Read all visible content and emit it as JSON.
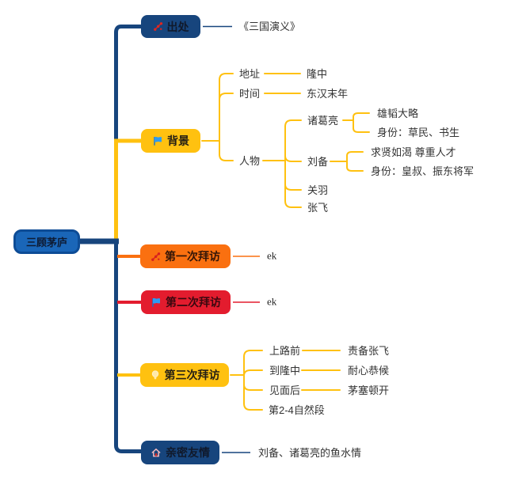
{
  "title": "三顾茅庐思维导图",
  "colors": {
    "navy": "#17457D",
    "root_fill": "#1A66B8",
    "root_border": "#0D4C96",
    "gold": "#FFC110",
    "orange": "#FA7010",
    "red": "#E31C2E",
    "leaf_text": "#333333",
    "icon_red": "#E0261F",
    "icon_blue": "#2E9BF2",
    "icon_pale": "#FFEFC0"
  },
  "root": {
    "label": "三顾茅庐"
  },
  "branches": [
    {
      "label": "出处",
      "icon": "scatter-icon",
      "children": [
        {
          "label": "《三国演义》"
        }
      ]
    },
    {
      "label": "背景",
      "icon": "flag-icon",
      "children": [
        {
          "label": "地址",
          "children": [
            {
              "label": "隆中"
            }
          ]
        },
        {
          "label": "时间",
          "children": [
            {
              "label": "东汉末年"
            }
          ]
        },
        {
          "label": "人物",
          "children": [
            {
              "label": "诸葛亮",
              "children": [
                {
                  "label": "雄韬大略"
                },
                {
                  "label": "身份：草民、书生"
                }
              ]
            },
            {
              "label": "刘备",
              "children": [
                {
                  "label": "求贤如渴 尊重人才"
                },
                {
                  "label": "身份：皇叔、振东将军"
                }
              ]
            },
            {
              "label": "关羽"
            },
            {
              "label": "张飞"
            }
          ]
        }
      ]
    },
    {
      "label": "第一次拜访",
      "icon": "scatter-icon",
      "children": [
        {
          "label": "ek"
        }
      ]
    },
    {
      "label": "第二次拜访",
      "icon": "flag-icon",
      "children": [
        {
          "label": "ek"
        }
      ]
    },
    {
      "label": "第三次拜访",
      "icon": "lightbulb-icon",
      "children": [
        {
          "label": "上路前",
          "children": [
            {
              "label": "责备张飞"
            }
          ]
        },
        {
          "label": "到隆中",
          "children": [
            {
              "label": "耐心恭候"
            }
          ]
        },
        {
          "label": "见面后",
          "children": [
            {
              "label": "茅塞顿开"
            }
          ]
        },
        {
          "label": "第2-4自然段"
        }
      ]
    },
    {
      "label": "亲密友情",
      "icon": "home-icon",
      "children": [
        {
          "label": "刘备、诸葛亮的鱼水情"
        }
      ]
    }
  ]
}
